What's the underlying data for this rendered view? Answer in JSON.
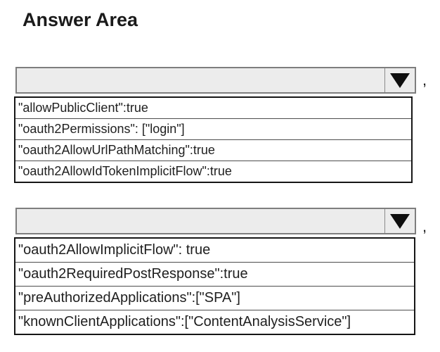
{
  "title": "Answer Area",
  "colors": {
    "background": "#ffffff",
    "dropdown_fill": "#ececec",
    "dropdown_border": "#7e7e7e",
    "list_border": "#161616",
    "row_separator": "#4d4d4d",
    "text": "#1f1f1f",
    "caret": "#0e0e0e"
  },
  "groups": [
    {
      "dropdown": {
        "selected_value": "",
        "caret_icon": "triangle-down-icon"
      },
      "trailing_text": ",",
      "options": [
        "\"allowPublicClient\":true",
        "\"oauth2Permissions\": [\"login\"]",
        "\"oauth2AllowUrlPathMatching\":true",
        "\"oauth2AllowIdTokenImplicitFlow\":true"
      ]
    },
    {
      "dropdown": {
        "selected_value": "",
        "caret_icon": "triangle-down-icon"
      },
      "trailing_text": ",",
      "options": [
        "\"oauth2AllowImplicitFlow\": true",
        "\"oauth2RequiredPostResponse\":true",
        "\"preAuthorizedApplications\":[\"SPA\"]",
        "\"knownClientApplications\":[\"ContentAnalysisService\"]"
      ]
    }
  ]
}
